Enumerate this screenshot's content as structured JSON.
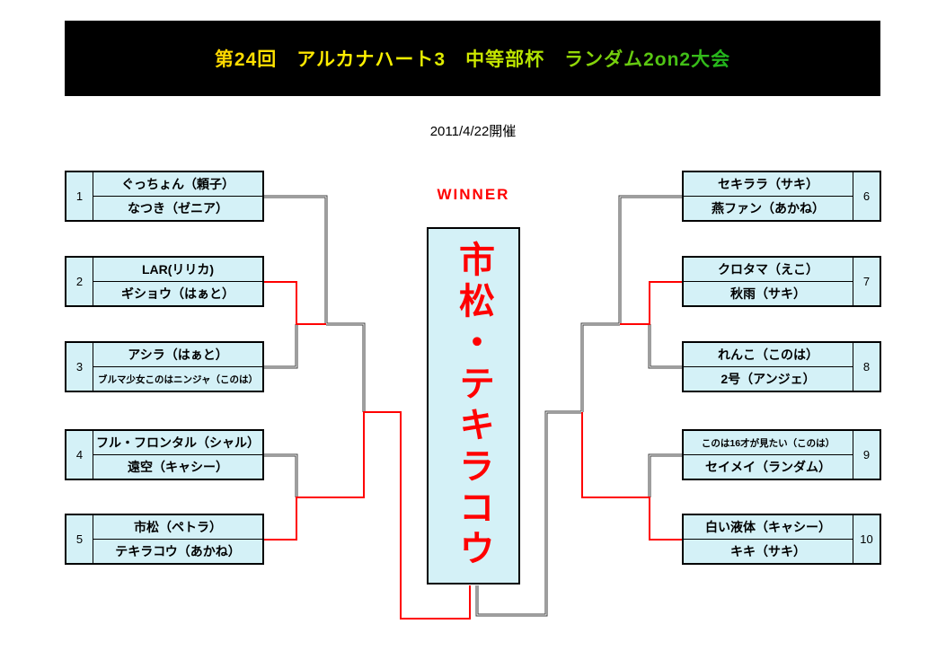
{
  "header": {
    "title": "第24回　アルカナハート3　中等部杯　ランダム2on2大会"
  },
  "date": "2011/4/22開催",
  "winner": {
    "label": "WINNER",
    "name": "市松・テキラコウ"
  },
  "bracket": {
    "left": [
      {
        "seed": "1",
        "players": [
          "ぐっちょん（頼子）",
          "なつき（ゼニア）"
        ]
      },
      {
        "seed": "2",
        "players": [
          "LAR(リリカ)",
          "ギショウ（はぁと）"
        ]
      },
      {
        "seed": "3",
        "players": [
          "アシラ（はぁと）",
          "ブルマ少女このはニンジャ（このは）"
        ]
      },
      {
        "seed": "4",
        "players": [
          "フル・フロンタル（シャル）",
          "遠空（キャシー）"
        ]
      },
      {
        "seed": "5",
        "players": [
          "市松（ペトラ）",
          "テキラコウ（あかね）"
        ]
      }
    ],
    "right": [
      {
        "seed": "6",
        "players": [
          "セキララ（サキ）",
          "燕ファン（あかね）"
        ]
      },
      {
        "seed": "7",
        "players": [
          "クロタマ（えこ）",
          "秋雨（サキ）"
        ]
      },
      {
        "seed": "8",
        "players": [
          "れんこ（このは）",
          "2号（アンジェ）"
        ]
      },
      {
        "seed": "9",
        "players": [
          "このは16才が見たい（このは）",
          "セイメイ（ランダム）"
        ]
      },
      {
        "seed": "10",
        "players": [
          "白い液体（キャシー）",
          "キキ（サキ）"
        ]
      }
    ]
  },
  "colors": {
    "header_bg": "#000000",
    "box_fill": "#d4f1f7",
    "winner_path_red": "#ff0000",
    "line_dark": "#3c3c3c",
    "title_gradient_start": "#ffd800",
    "title_gradient_end": "#1eb41e"
  }
}
